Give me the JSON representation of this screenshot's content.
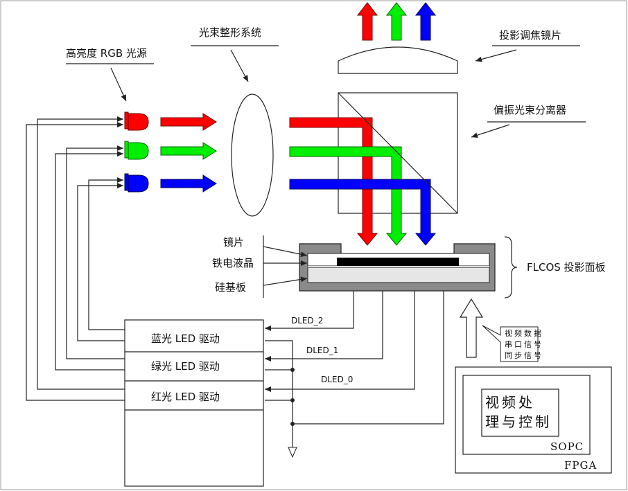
{
  "labels": {
    "light_source": "高亮度 RGB 光源",
    "beam_shaping": "光束整形系统",
    "projection_lens": "投影调焦镜片",
    "pbs": "偏振光束分离器",
    "mirror": "镜片",
    "flc": "铁电液晶",
    "silicon": "硅基板",
    "flcos": "FLCOS 投影面板",
    "blue_driver": "蓝光 LED 驱动",
    "green_driver": "绿光 LED 驱动",
    "red_driver": "红光 LED 驱动",
    "dled2": "DLED_2",
    "dled1": "DLED_1",
    "dled0": "DLED_0",
    "signals_line1": "视频数据",
    "signals_line2": "串口信号",
    "signals_line3": "同步信号",
    "video_line1": "视频处",
    "video_line2": "理与控制",
    "sopc": "SOPC",
    "fpga": "FPGA"
  },
  "colors": {
    "red": "#ff0000",
    "green": "#00ee00",
    "blue": "#0000ff",
    "panel_gray": "#8a8a8a",
    "lcd_black": "#000000"
  }
}
